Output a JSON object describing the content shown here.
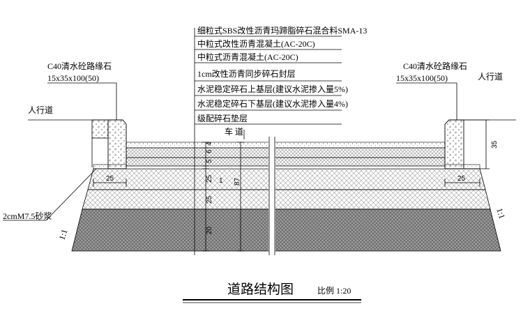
{
  "layer_labels": [
    "细粒式SBS改性沥青玛蹄脂碎石混合料SMA-13",
    "中粒式改性沥青混凝土(AC-20C)",
    "中粒式沥青混凝土(AC-20C)",
    "1cm改性沥青同步碎石封层",
    "水泥稳定碎石上基层(建议水泥掺入量5%)",
    "水泥稳定碎石下基层(建议水泥掺入量4%)",
    "级配碎石垫层"
  ],
  "curb_left": {
    "title": "C40清水砼路缘石",
    "size": "15x35x100(50)"
  },
  "curb_right": {
    "title": "C40清水砼路缘石",
    "size": "15x35x100(50)"
  },
  "sidewalk_left": "人行道",
  "sidewalk_right": "人行道",
  "roadway": "车 道",
  "mortar": "2cmM7.5砂浆",
  "dims": {
    "surface": "4",
    "layer2": "6",
    "layer3": "5",
    "base_upper": "25",
    "base_lower": "25",
    "cushion": "20",
    "total": "87",
    "curb_height": "35",
    "offset_left": "25",
    "offset_right": "25",
    "slope_left": "1:1",
    "slope_right": "1:1",
    "seal": "1"
  },
  "title": "道路结构图",
  "scale": "比例 1:20"
}
